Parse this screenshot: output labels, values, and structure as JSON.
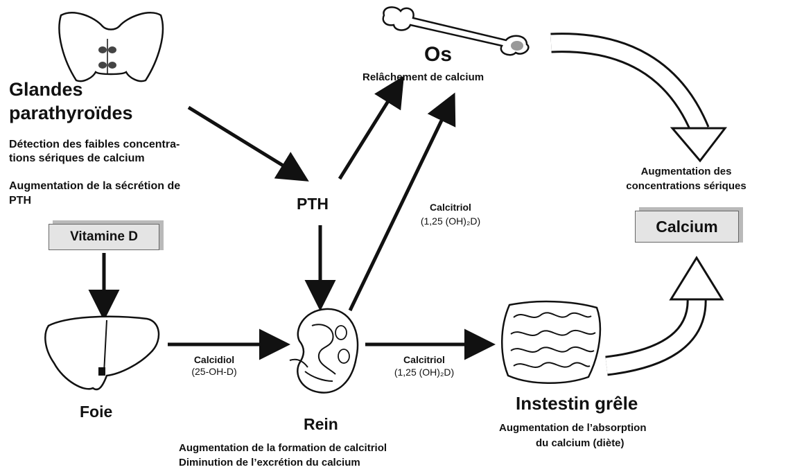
{
  "nodes": {
    "parathyroid": {
      "title_line1": "Glandes",
      "title_line2": "parathyroïdes",
      "desc_line1": "Détection des faibles concentra-",
      "desc_line2": "tions sériques de calcium",
      "desc_line3": "Augmentation de la sécrétion de",
      "desc_line4": "PTH"
    },
    "vitamin_d": {
      "label": "Vitamine D"
    },
    "liver": {
      "title": "Foie"
    },
    "pth": {
      "label": "PTH"
    },
    "kidney": {
      "title": "Rein",
      "desc_line1": "Augmentation de la formation de calcitriol",
      "desc_line2": "Diminution de l’excrétion du calcium"
    },
    "bone": {
      "title": "Os",
      "desc": "Relâchement de calcium"
    },
    "intestine": {
      "title": "Instestin grêle",
      "desc_line1": "Augmentation de l’absorption",
      "desc_line2": "du calcium (diète)"
    },
    "calcium": {
      "label_line1": "Augmentation des",
      "label_line2": "concentrations sériques",
      "box": "Calcium"
    }
  },
  "edges": {
    "liver_to_kidney": {
      "line1": "Calcidiol",
      "line2": "(25-OH-D)"
    },
    "kidney_to_bone": {
      "line1": "Calcitriol",
      "line2": "(1,25 (OH)₂D)"
    },
    "kidney_to_intestine": {
      "line1": "Calcitriol",
      "line2": "(1,25 (OH)₂D)"
    }
  },
  "colors": {
    "ink": "#111111",
    "box_fill": "#e4e4e4",
    "box_shadow": "#b9b9b9"
  }
}
